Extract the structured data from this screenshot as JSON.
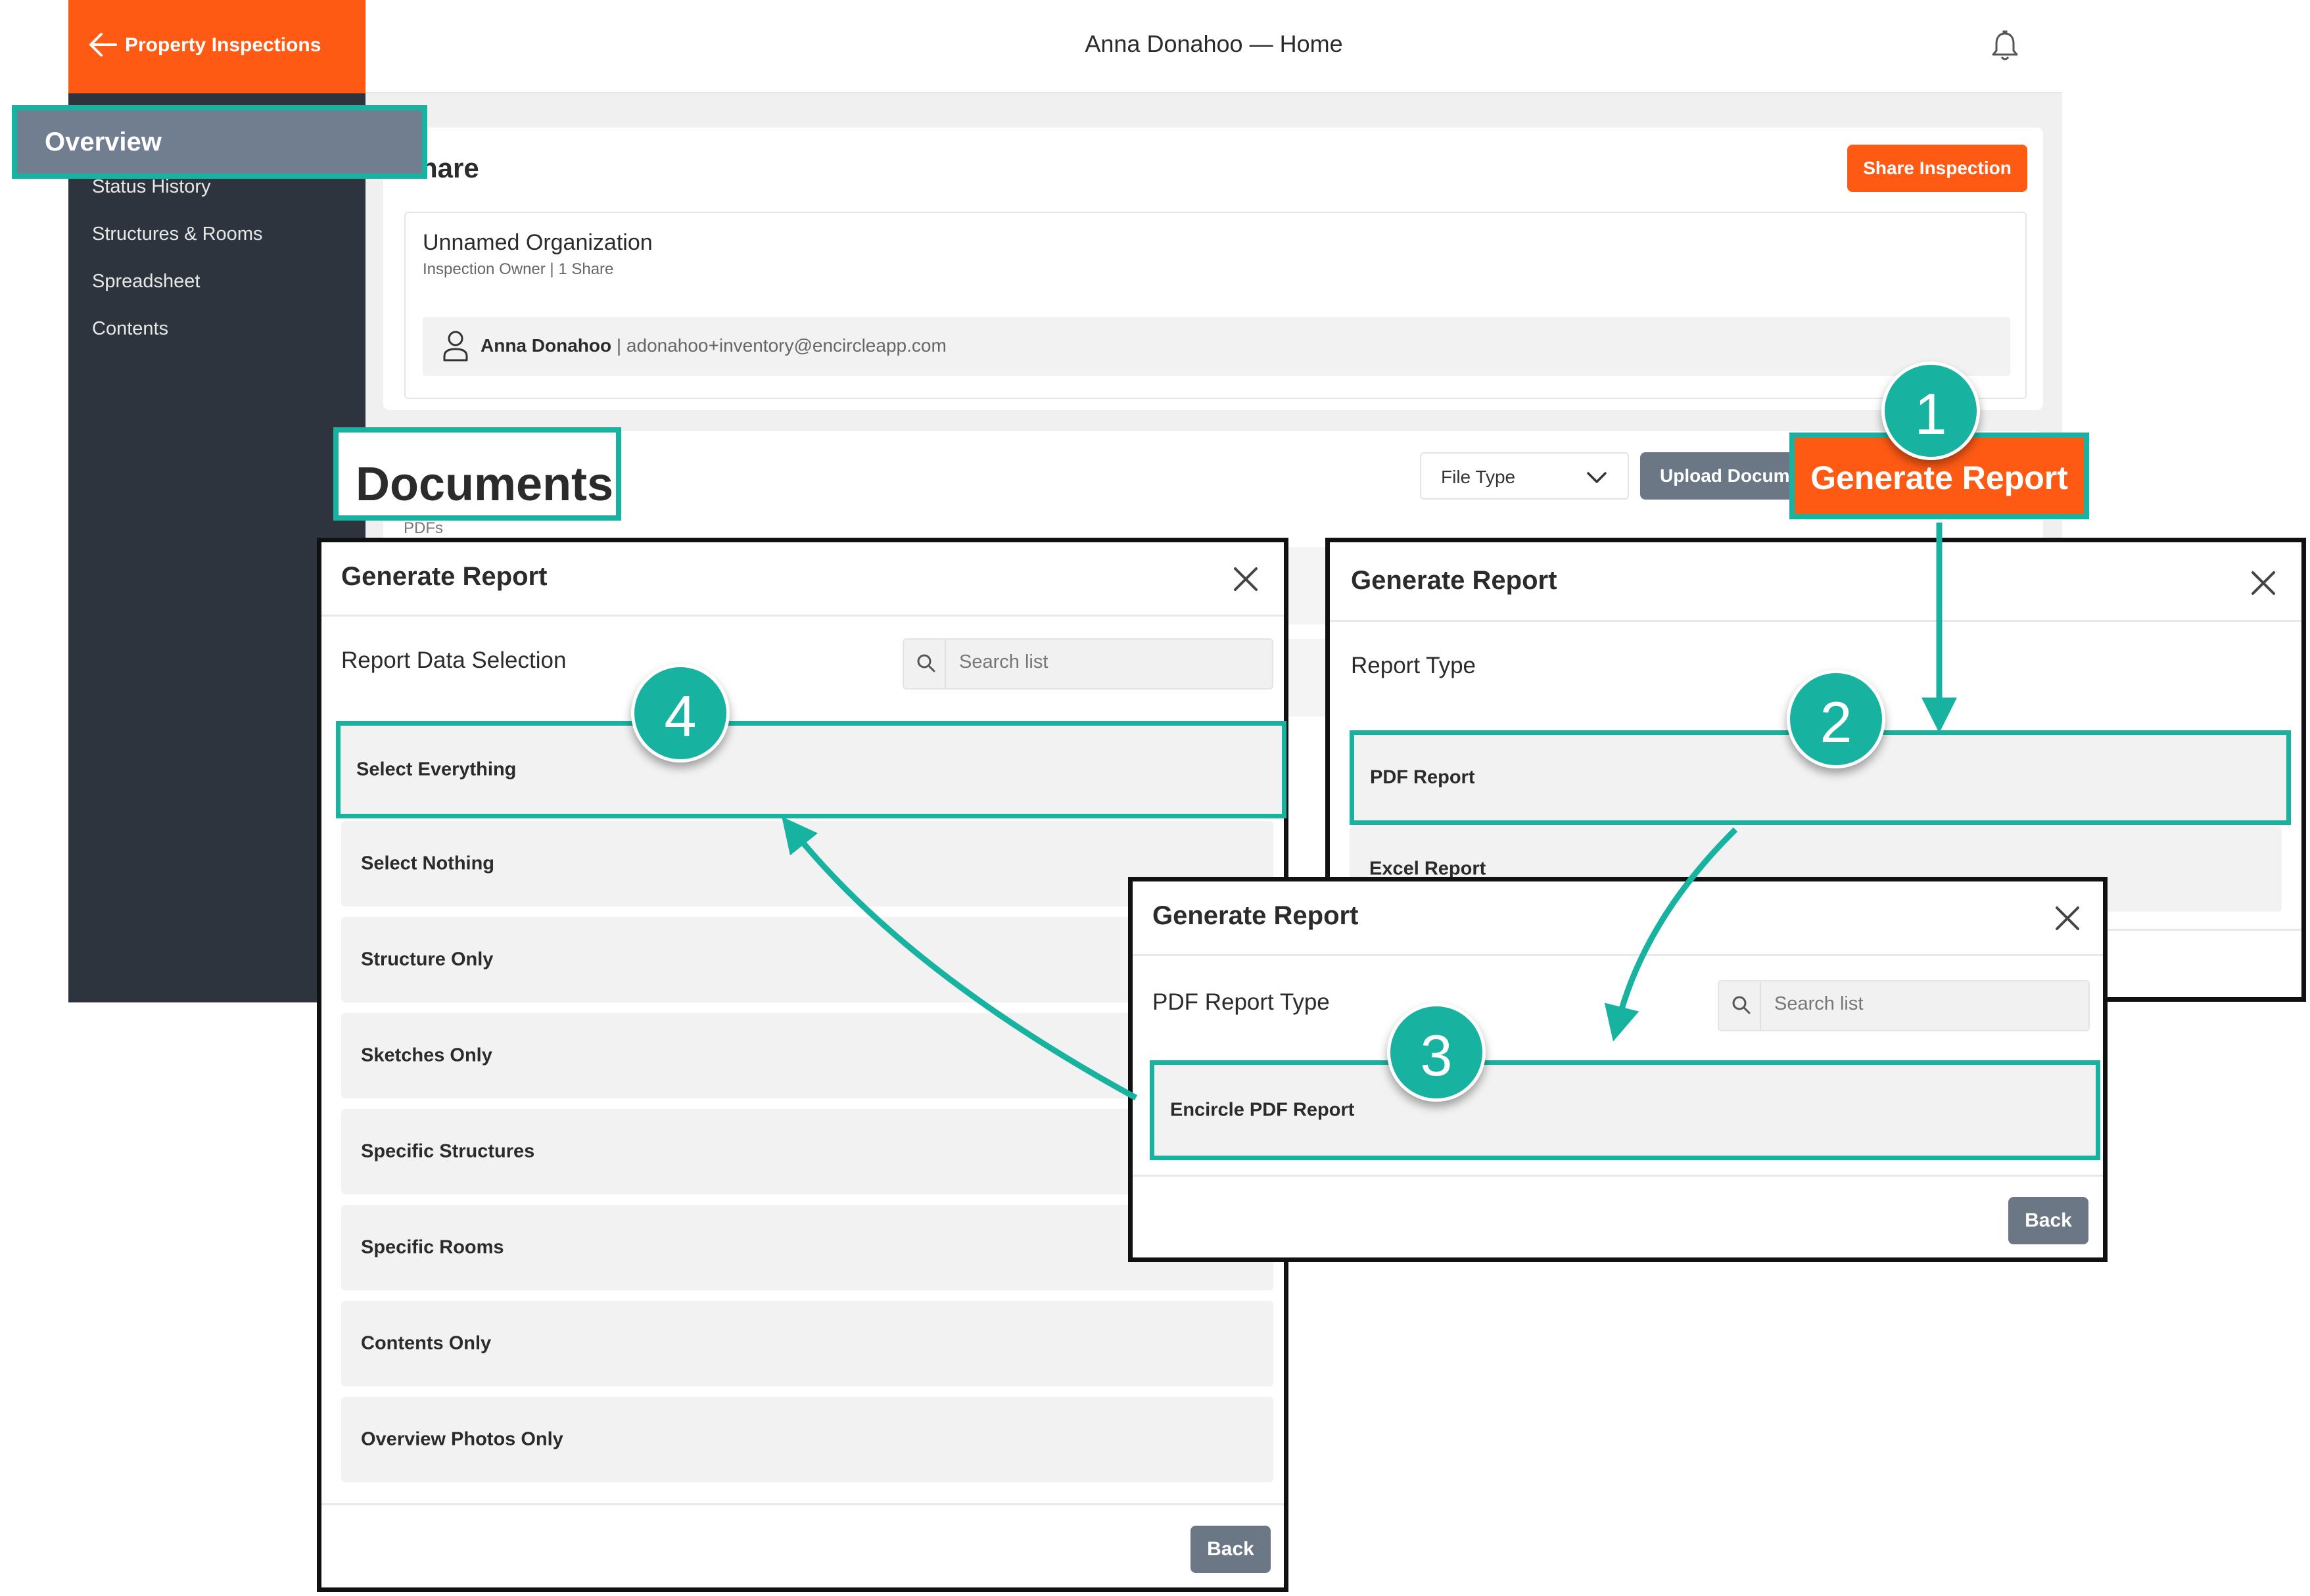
{
  "app": {
    "back_label": "Property Inspections",
    "window_title": "Anna Donahoo — Home"
  },
  "sidebar": {
    "items": [
      {
        "label": "Overview"
      },
      {
        "label": "Status History"
      },
      {
        "label": "Structures & Rooms"
      },
      {
        "label": "Spreadsheet"
      },
      {
        "label": "Contents"
      }
    ]
  },
  "share": {
    "title": "hare",
    "button": "Share Inspection",
    "org_name": "Unnamed Organization",
    "org_sub": "Inspection Owner | 1 Share",
    "owner_name": "Anna Donahoo",
    "owner_email": "| adonahoo+inventory@encircleapp.com"
  },
  "documents": {
    "title": "Documents",
    "pdfs_label": "PDFs",
    "file_type": "File Type",
    "upload_button": "Upload Docume",
    "generate_button": "Generate Report"
  },
  "dialog_type": {
    "title": "Generate Report",
    "section": "Report Type",
    "options": [
      {
        "label": "PDF Report"
      },
      {
        "label": "Excel Report"
      }
    ]
  },
  "dialog_pdf": {
    "title": "Generate Report",
    "section": "PDF Report Type",
    "search_placeholder": "Search list",
    "options": [
      {
        "label": "Encircle PDF Report"
      }
    ],
    "back": "Back"
  },
  "dialog_data": {
    "title": "Generate Report",
    "section": "Report Data Selection",
    "search_placeholder": "Search list",
    "options": [
      {
        "label": "Select Everything"
      },
      {
        "label": "Select Nothing"
      },
      {
        "label": "Structure Only"
      },
      {
        "label": "Sketches Only"
      },
      {
        "label": "Specific Structures"
      },
      {
        "label": "Specific Rooms"
      },
      {
        "label": "Contents Only"
      },
      {
        "label": "Overview Photos Only"
      }
    ],
    "back": "Back"
  },
  "steps": [
    "1",
    "2",
    "3",
    "4"
  ],
  "colors": {
    "accent": "#ff5a14",
    "highlight": "#17b3a0",
    "sidebar": "#2e343d",
    "button_gray": "#6c7786"
  },
  "icons": [
    "arrow-left-icon",
    "bell-icon",
    "user-icon",
    "chevron-down-icon",
    "close-icon",
    "search-icon"
  ]
}
